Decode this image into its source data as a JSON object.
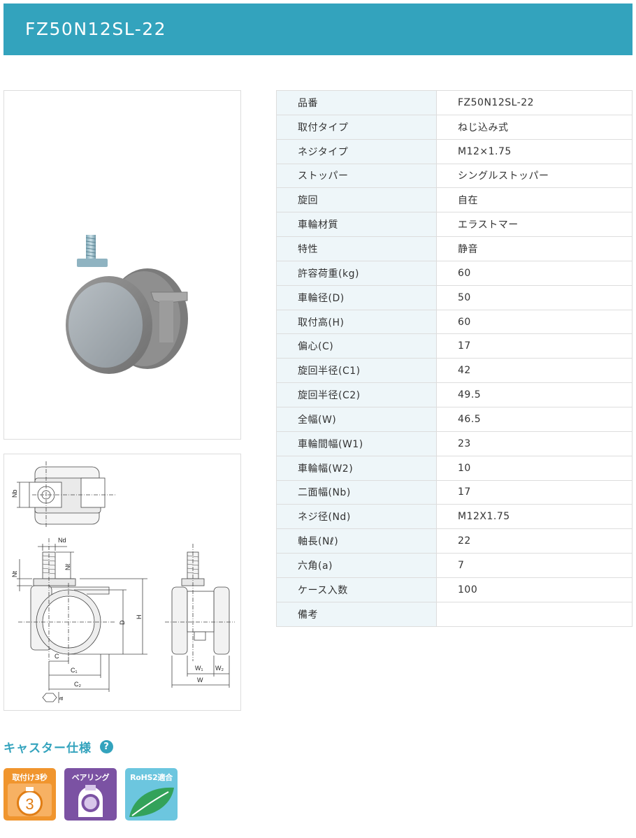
{
  "header": {
    "title": "FZ50N12SL-22"
  },
  "drawing": {
    "label_nb": "Nb",
    "label_nd": "Nd",
    "label_nl": "Nℓ",
    "label_nt": "Nt",
    "label_d": "D",
    "label_h": "H",
    "label_c": "C",
    "label_c1": "C₁",
    "label_c2": "C₂",
    "label_a": "a",
    "label_w1": "W₁",
    "label_w2": "W₂",
    "label_w": "W"
  },
  "specs": [
    {
      "key": "品番",
      "value": "FZ50N12SL-22"
    },
    {
      "key": "取付タイプ",
      "value": "ねじ込み式"
    },
    {
      "key": "ネジタイプ",
      "value": "M12×1.75"
    },
    {
      "key": "ストッパー",
      "value": "シングルストッパー"
    },
    {
      "key": "旋回",
      "value": "自在"
    },
    {
      "key": "車輪材質",
      "value": "エラストマー"
    },
    {
      "key": "特性",
      "value": "静音"
    },
    {
      "key": "許容荷重(kg)",
      "value": "60"
    },
    {
      "key": "車輪径(D)",
      "value": "50"
    },
    {
      "key": "取付高(H)",
      "value": "60"
    },
    {
      "key": "偏心(C)",
      "value": "17"
    },
    {
      "key": "旋回半径(C1)",
      "value": "42"
    },
    {
      "key": "旋回半径(C2)",
      "value": "49.5"
    },
    {
      "key": "全幅(W)",
      "value": "46.5"
    },
    {
      "key": "車輪間幅(W1)",
      "value": "23"
    },
    {
      "key": "車輪幅(W2)",
      "value": "10"
    },
    {
      "key": "二面幅(Nb)",
      "value": "17"
    },
    {
      "key": "ネジ径(Nd)",
      "value": "M12X1.75"
    },
    {
      "key": "軸長(Nℓ)",
      "value": "22"
    },
    {
      "key": "六角(a)",
      "value": "7"
    },
    {
      "key": "ケース入数",
      "value": "100"
    },
    {
      "key": "備考",
      "value": ""
    }
  ],
  "caster_spec": {
    "heading": "キャスター仕様",
    "help_icon": "question-circle-icon",
    "badges": [
      {
        "label": "取付け3秒",
        "numeral": "3",
        "color": "#f0952e",
        "icon": "stopwatch-icon"
      },
      {
        "label": "ベアリング",
        "color": "#7b52a3",
        "icon": "bearing-icon"
      },
      {
        "label": "RoHS2適合",
        "color": "#6cc6df",
        "icon": "leaf-icon"
      }
    ]
  },
  "colors": {
    "accent": "#33a3bd",
    "table_key_bg": "#eef6f9",
    "border": "#dddddd"
  }
}
